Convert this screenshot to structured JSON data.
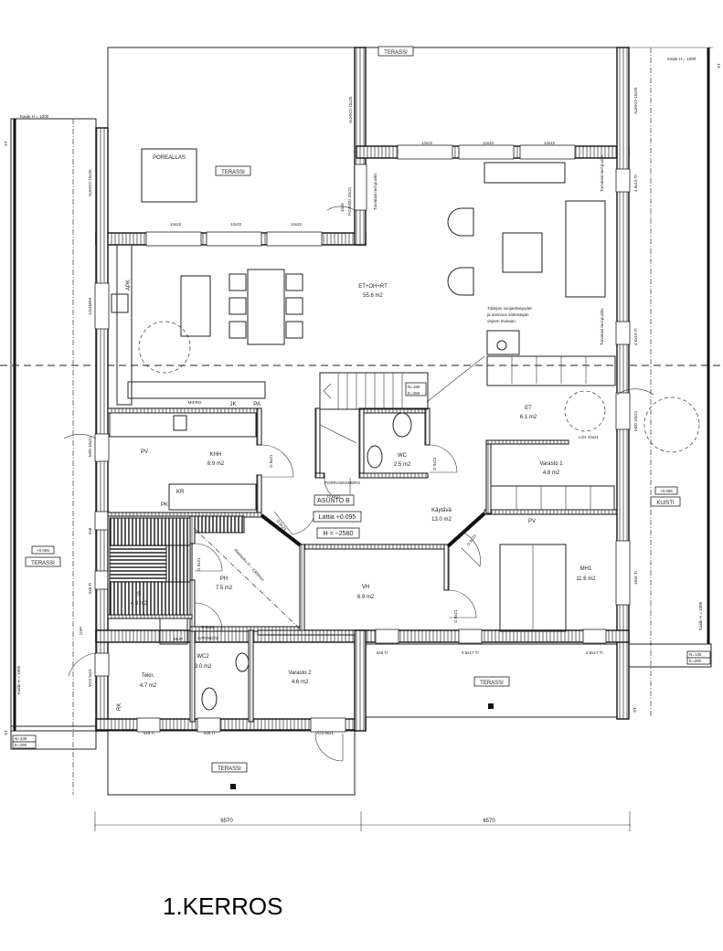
{
  "drawing": {
    "title": "1.KERROS"
  },
  "rooms": {
    "living": {
      "name": "ET+OH+RT",
      "area": "55.6 m2"
    },
    "entry": {
      "name": "ET",
      "area": "6.1 m2"
    },
    "storage1": {
      "name": "Varasto 1",
      "area": "4.8 m2"
    },
    "wc": {
      "name": "WC",
      "area": "2.5 m2"
    },
    "utility": {
      "name": "KHH",
      "area": "6.9 m2"
    },
    "hall": {
      "name": "Käytävä",
      "area": "13.0 m2"
    },
    "wash": {
      "name": "PH",
      "area": "7.5 m2"
    },
    "sauna": {
      "name": "S",
      "area": "4.3 m2"
    },
    "walkin": {
      "name": "VH",
      "area": "6.9 m2"
    },
    "bedroom": {
      "name": "MH1",
      "area": "11.6 m2"
    },
    "tech": {
      "name": "Tekn.",
      "area": "4.7 m2"
    },
    "wc2": {
      "name": "WC2",
      "area": "3.0 m2"
    },
    "storage2": {
      "name": "Varasto 2",
      "area": "4.6 m2"
    }
  },
  "apartment": {
    "name": "ASUNTO B",
    "floor": "Lattia +0.095",
    "height": "H = ~2580"
  },
  "outdoor": {
    "terrace": "TERASSI",
    "porch": "KUISTI",
    "porch_level": "+0.065",
    "terrace_level": "+0.065",
    "hot_tub": "POREALLAS",
    "railing": "Kaide H = 1000"
  },
  "labels": {
    "window_14x22": "14x22",
    "mikro": "MIKRO",
    "jk": "JK",
    "pa": "PA",
    "apk": "APK",
    "pv": "PV",
    "kr": "KR",
    "pk": "PK",
    "door_o9x21": "O 9x21",
    "door_o8x21": "O 8x21",
    "satiinovi": "SATIINIOVI",
    "win_6x8ti": "6x8 TI",
    "win_46x17ti": "4 6x17 TI",
    "win_46x19ti": "4 6x19 TI",
    "door_vo3": "VO3 9x21",
    "door_m20": "M20 10x21",
    "door_lo1": "LO1 10x21",
    "door_po4": "PO4M20 10x21",
    "win_10x6": "10x6",
    "win_16x6ti": "16x6 TI",
    "win_12x4mek": "12x4MEK",
    "opening": "AUKKO-15x25",
    "win_6x8": "6x8",
    "safety_glass": "Turvalasi mol.puolin.",
    "fireplace_note_1": "Tulisijan suojaetäisyydet",
    "fireplace_note_2": "ja asennus valmistajan",
    "fireplace_note_3": "ohjeen mukaan.",
    "stair_n": "N=180",
    "stair_e": "E=250",
    "step_n": "N=135",
    "step_e": "E=290",
    "stair_closet": "PORRASKOMERO",
    "ceiling": "Alaslasku H ~ 2300mm",
    "rk": "RK",
    "mup": "MUP",
    "uvp": "UVP",
    "st": "ST"
  },
  "dimensions": {
    "left": "6570",
    "right": "6570"
  }
}
